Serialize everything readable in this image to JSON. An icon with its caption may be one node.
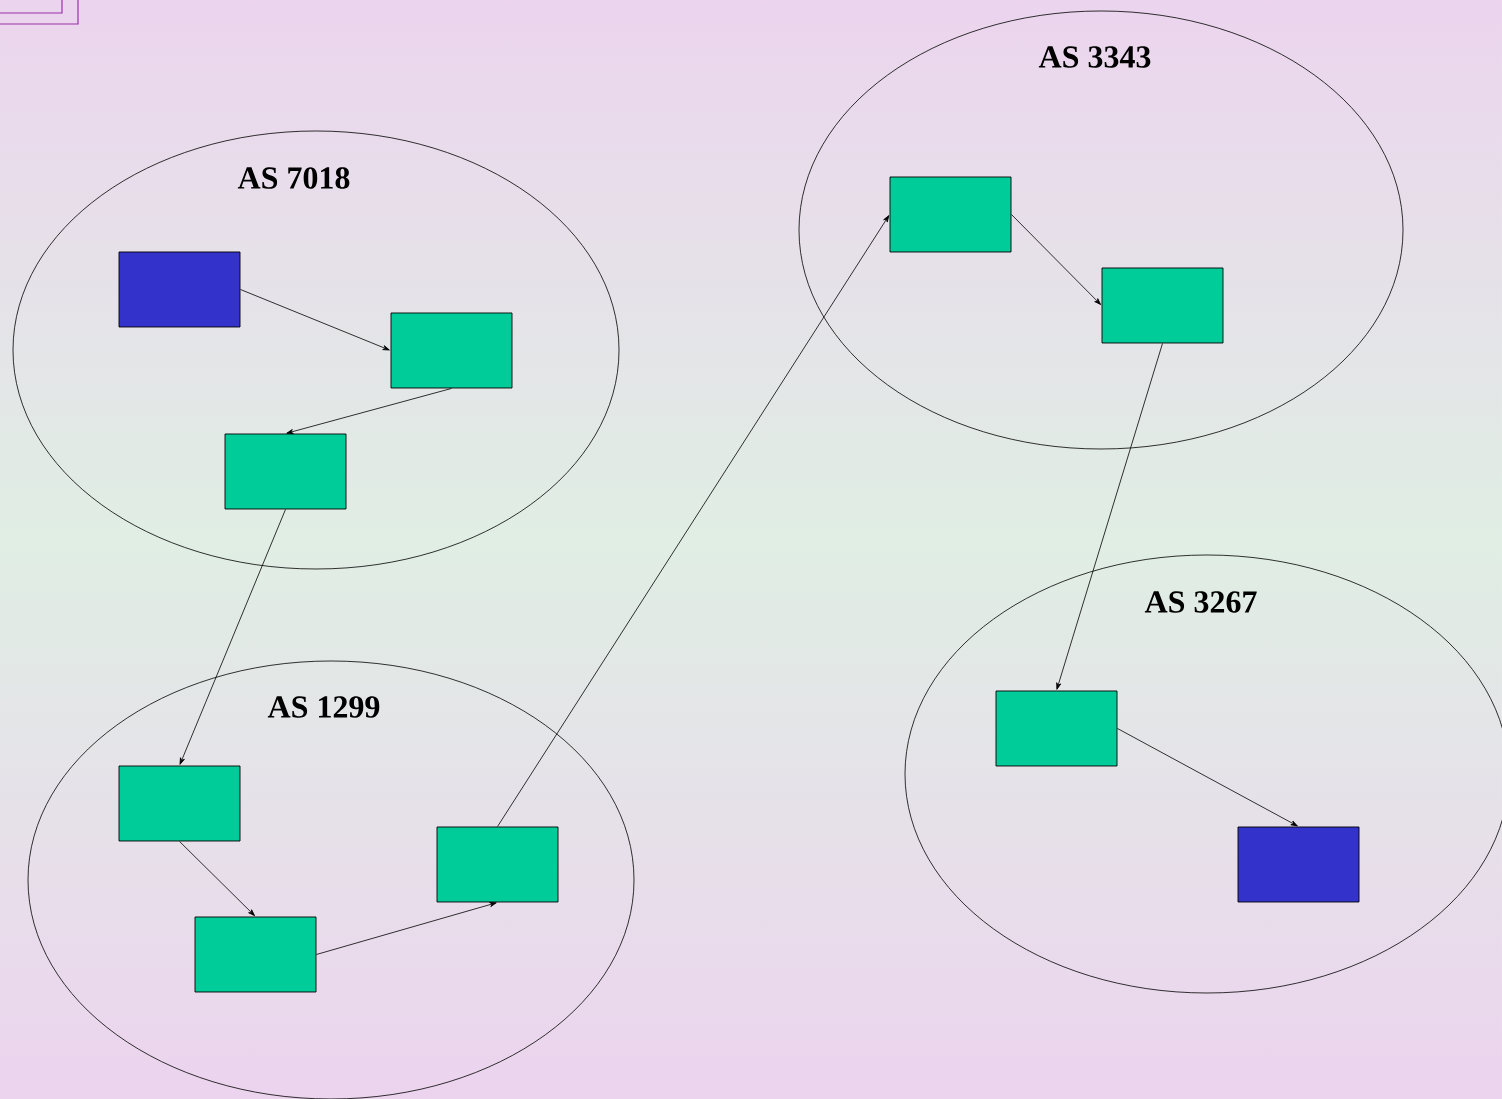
{
  "diagram": {
    "nodes": [
      {
        "text": [
          "AS 7018"
        ]
      },
      {
        "text": [],
        "shape": "box",
        "in": 0
      },
      {
        "text": [],
        "shape": "box",
        "in": 0
      },
      {
        "text": [],
        "shape": "box",
        "in": 0
      },
      {
        "text": [
          "AS 1299"
        ]
      },
      {
        "text": [],
        "shape": "box",
        "in": 4
      },
      {
        "text": [],
        "shape": "box",
        "in": 4
      },
      {
        "text": [],
        "shape": "box",
        "in": 4
      },
      {
        "text": [
          "AS 3343"
        ]
      },
      {
        "text": [],
        "shape": "box",
        "in": 8
      },
      {
        "text": [],
        "shape": "box",
        "in": 8
      },
      {
        "text": [
          "AS 3267"
        ]
      },
      {
        "text": [],
        "shape": "box",
        "in": 11
      },
      {
        "text": [],
        "shape": "box",
        "in": 11
      }
    ],
    "edges": [
      {
        "from": 1,
        "to": 2,
        "arrow": "to"
      },
      {
        "from": 2,
        "to": 3,
        "arrow": "to"
      },
      {
        "from": 3,
        "to": 5,
        "arrow": "to"
      },
      {
        "from": 5,
        "to": 6,
        "arrow": "to"
      },
      {
        "from": 6,
        "to": 7,
        "arrow": "to"
      },
      {
        "from": 7,
        "to": 9,
        "arrow": "to"
      },
      {
        "from": 9,
        "to": 10,
        "arrow": "to"
      },
      {
        "from": 10,
        "to": 12,
        "arrow": "to"
      },
      {
        "from": 12,
        "to": 13,
        "arrow": "to"
      }
    ]
  }
}
